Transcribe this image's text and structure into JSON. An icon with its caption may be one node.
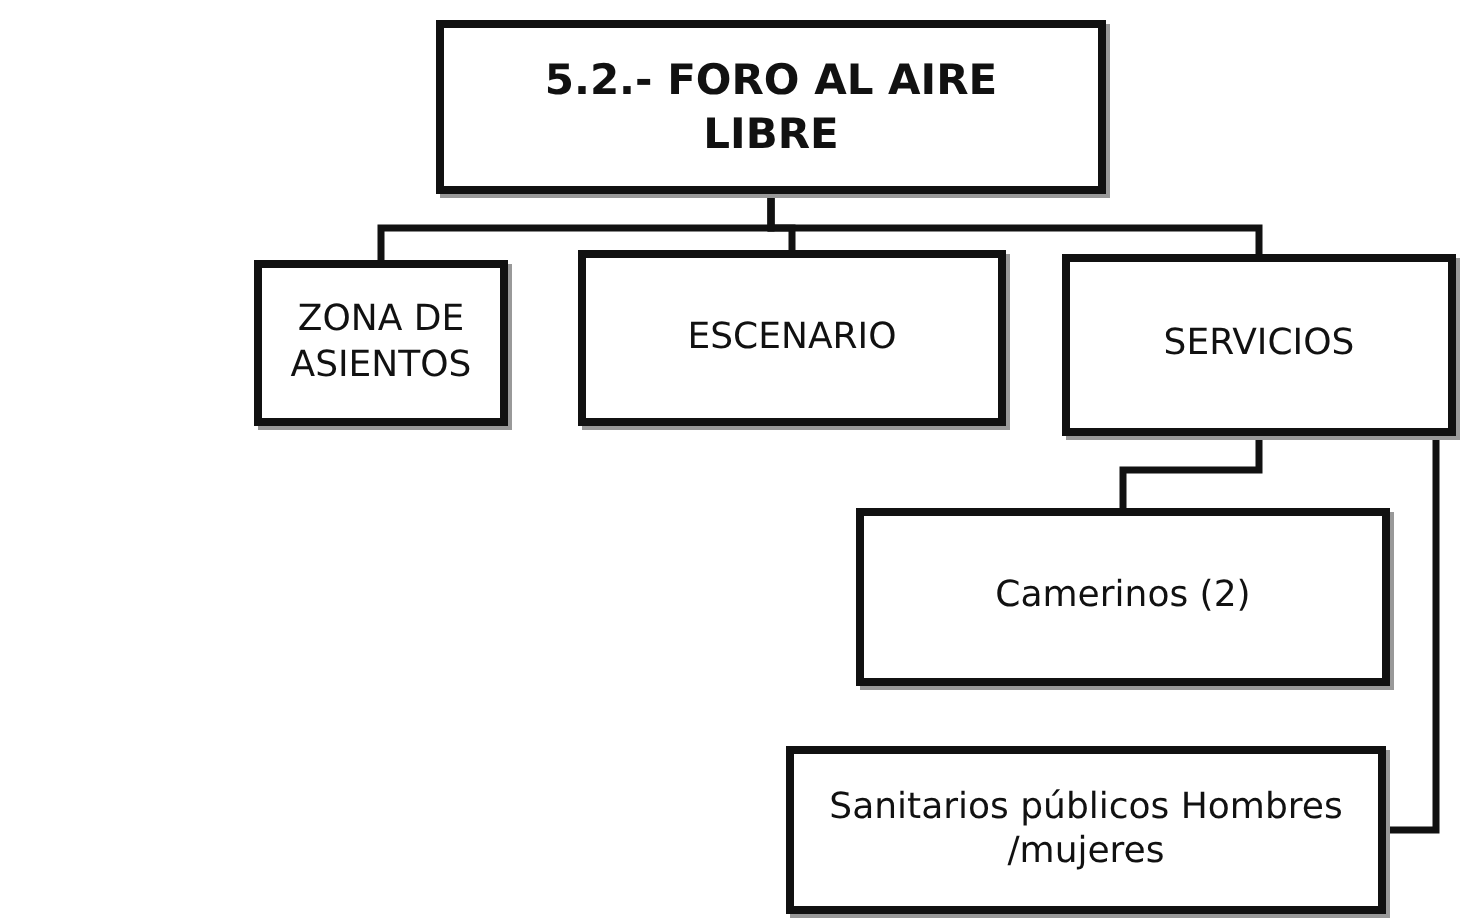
{
  "diagram": {
    "nodes": [
      {
        "text": [
          "5.2.- FORO AL AIRE LIBRE"
        ]
      },
      {
        "text": [
          "ZONA DE ASIENTOS"
        ]
      },
      {
        "text": [
          "ESCENARIO"
        ]
      },
      {
        "text": [
          "SERVICIOS"
        ]
      },
      {
        "text": [
          "Camerinos (2)"
        ]
      },
      {
        "text": [
          "Sanitarios públicos Hombres /mujeres"
        ]
      }
    ],
    "edges": [
      {
        "from": 0,
        "to": 1,
        "arrow": "none"
      },
      {
        "from": 0,
        "to": 2,
        "arrow": "none"
      },
      {
        "from": 0,
        "to": 3,
        "arrow": "none"
      },
      {
        "from": 3,
        "to": 4,
        "arrow": "none"
      },
      {
        "from": 3,
        "to": 5,
        "arrow": "none"
      }
    ]
  }
}
